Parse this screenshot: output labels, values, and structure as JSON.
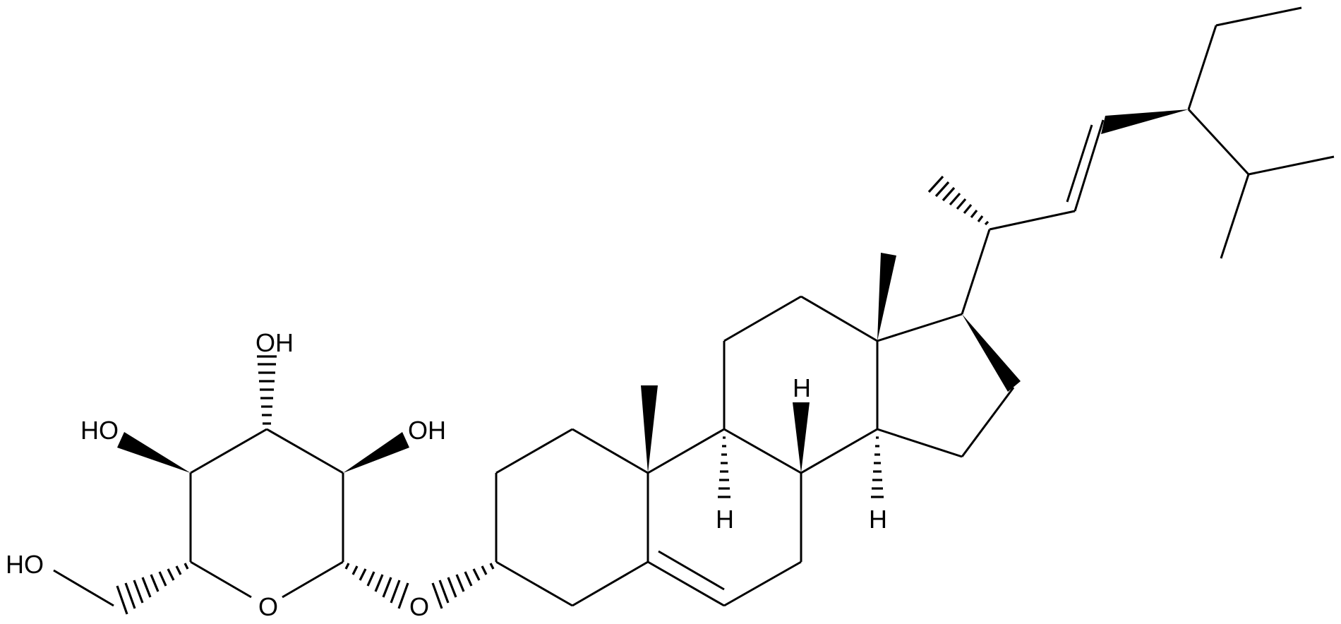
{
  "diagram": {
    "type": "chemical-structure",
    "description": "Stigmasterol glucoside (steroidal glycoside) skeletal formula",
    "stroke_color": "#000000",
    "background": "#ffffff"
  },
  "labels": {
    "sugar_oh_top": "OH",
    "sugar_ho_left": "HO",
    "sugar_oh_right": "OH",
    "sugar_ho_ch2": "HO",
    "ring_oxygen": "O",
    "glycosidic_oxygen": "O",
    "h8": "H",
    "h9": "H",
    "h14": "H"
  }
}
